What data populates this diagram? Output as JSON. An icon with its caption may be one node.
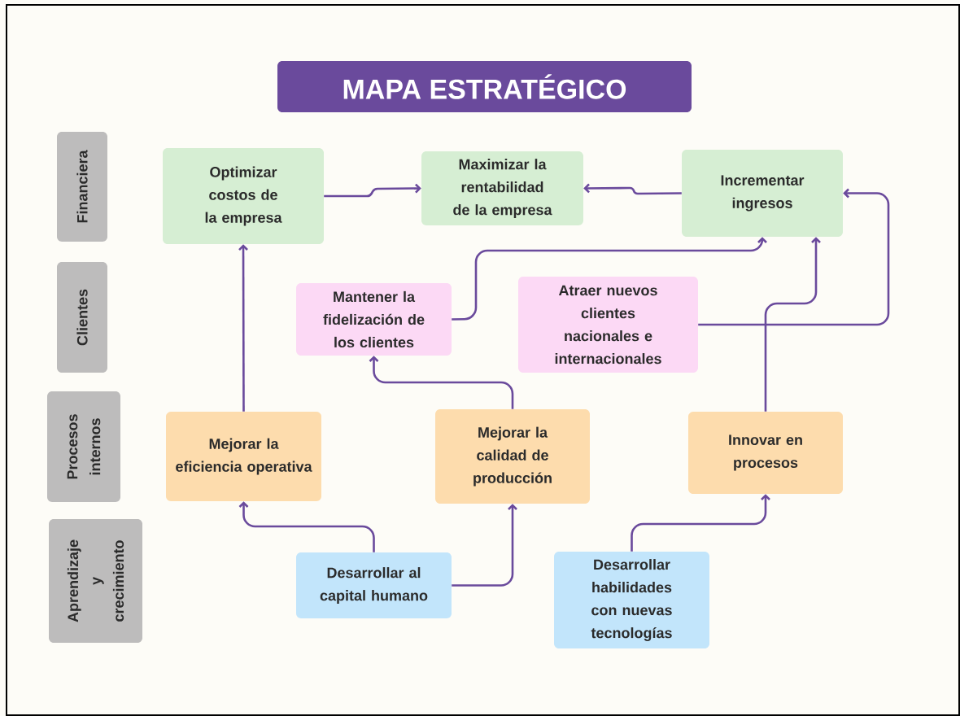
{
  "diagram": {
    "title": "MAPA ESTRATÉGICO",
    "nodes": [
      {
        "text": [
          "Financiera"
        ]
      },
      {
        "text": [
          "Optimizar costos de la empresa"
        ]
      },
      {
        "text": [
          "Maximizar la rentabilidad de la empresa"
        ]
      },
      {
        "text": [
          "Incrementar ingresos"
        ]
      },
      {
        "text": [
          "Clientes"
        ]
      },
      {
        "text": [
          "Mantener la fidelización de los clientes"
        ]
      },
      {
        "text": [
          "Atraer nuevos clientes nacionales e internacionales"
        ]
      },
      {
        "text": [
          "Procesos internos"
        ]
      },
      {
        "text": [
          "Mejorar la eficiencia operativa"
        ]
      },
      {
        "text": [
          "Mejorar la calidad de producción"
        ]
      },
      {
        "text": [
          "Innovar en procesos"
        ]
      },
      {
        "text": [
          "Aprendizaje y crecimiento"
        ]
      },
      {
        "text": [
          "Desarrollar al capital humano"
        ]
      },
      {
        "text": [
          "Desarrollar habilidades con nuevas tecnologías"
        ]
      }
    ],
    "edges": [
      {
        "from": 1,
        "to": 2,
        "arrow": "to"
      },
      {
        "from": 3,
        "to": 2,
        "arrow": "to"
      },
      {
        "from": 5,
        "to": 3,
        "arrow": "to"
      },
      {
        "from": 6,
        "to": 3,
        "arrow": "to"
      },
      {
        "from": 10,
        "to": 3,
        "arrow": "to"
      },
      {
        "from": 8,
        "to": 1,
        "arrow": "to"
      },
      {
        "from": 9,
        "to": 5,
        "arrow": "to"
      },
      {
        "from": 12,
        "to": 8,
        "arrow": "to"
      },
      {
        "from": 12,
        "to": 9,
        "arrow": "to"
      },
      {
        "from": 13,
        "to": 10,
        "arrow": "to"
      }
    ]
  }
}
